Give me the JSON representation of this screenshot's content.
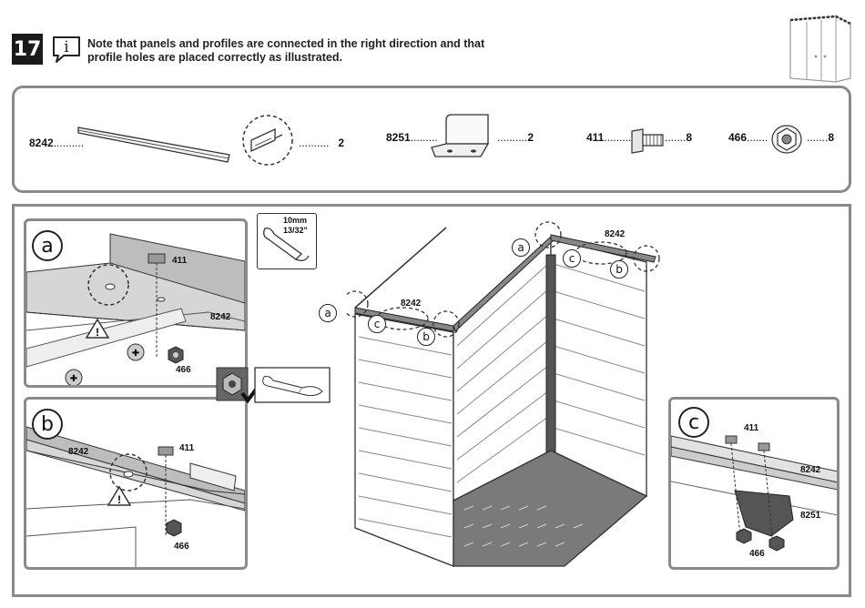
{
  "step": {
    "number": "17"
  },
  "note": {
    "line1": "Note that panels and profiles are connected in the right direction and that",
    "line2": "profile holes are placed correctly as illustrated."
  },
  "parts": [
    {
      "code": "8242",
      "qty": "2",
      "icon": "long-profile-icon"
    },
    {
      "code": "8251",
      "qty": "2",
      "icon": "corner-bracket-icon"
    },
    {
      "code": "411",
      "qty": "8",
      "icon": "bolt-icon"
    },
    {
      "code": "466",
      "qty": "8",
      "icon": "flange-nut-icon"
    }
  ],
  "tool": {
    "size_mm": "10mm",
    "size_in": "13/32\""
  },
  "detail_a": {
    "letter": "a",
    "bolt": "411",
    "profile": "8242",
    "nut": "466"
  },
  "detail_b": {
    "letter": "b",
    "bolt": "411",
    "profile": "8242",
    "nut": "466"
  },
  "detail_c": {
    "letter": "c",
    "bolt": "411",
    "profile": "8242",
    "bracket": "8251",
    "nut": "466"
  },
  "main": {
    "label_a": "a",
    "label_b": "b",
    "label_c": "c",
    "profile_top": "8242",
    "profile_front": "8242"
  }
}
